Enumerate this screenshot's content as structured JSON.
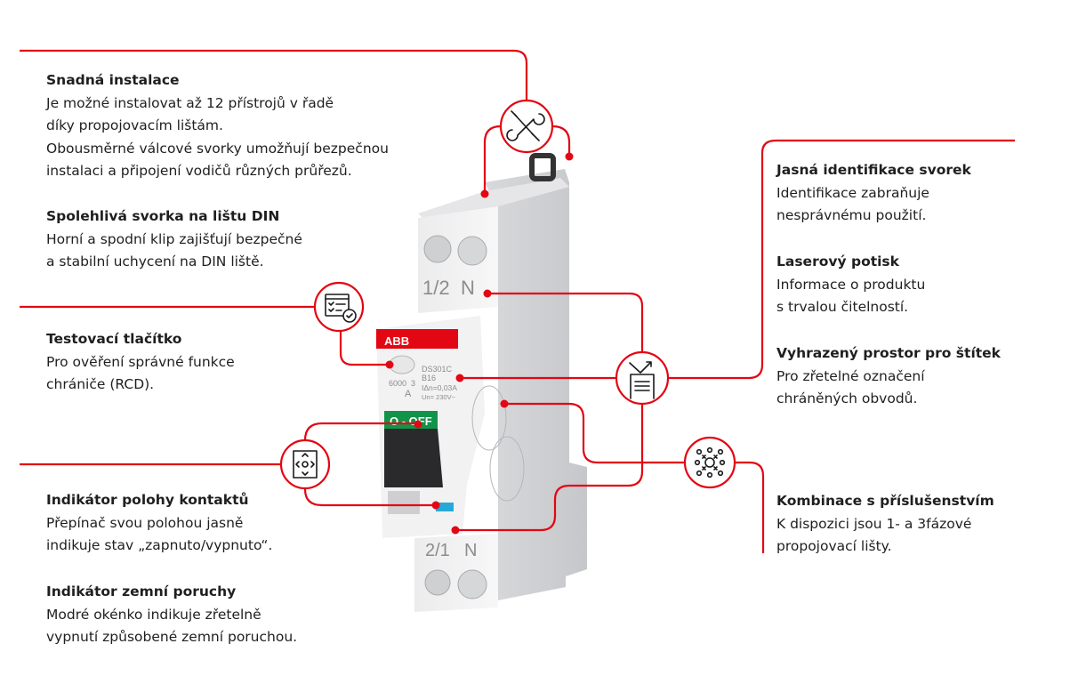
{
  "theme": {
    "accent": "#e30613",
    "text": "#1f1f1f",
    "indicator_blue": "#27a9d8",
    "switch_green": "#12934a"
  },
  "features_left": [
    {
      "title": "Snadná instalace",
      "lines": [
        "Je možné instalovat až 12 přístrojů v řadě",
        "díky propojovacím lištám.",
        "Obousměrné válcové svorky umožňují bezpečnou",
        "instalaci a připojení vodičů různých průřezů."
      ]
    },
    {
      "title": "Spolehlivá svorka na lištu DIN",
      "lines": [
        "Horní a spodní klip zajišťují bezpečné",
        "a stabilní uchycení na DIN liště."
      ]
    },
    {
      "title": "Testovací tlačítko",
      "lines": [
        "Pro ověření správné funkce",
        "chrániče (RCD)."
      ]
    },
    {
      "title": "Indikátor polohy kontaktů",
      "lines": [
        "Přepínač svou polohou jasně",
        "indikuje stav „zapnuto/vypnuto“."
      ]
    },
    {
      "title": "Indikátor zemní poruchy",
      "lines": [
        "Modré okénko indikuje zřetelně",
        "vypnutí způsobené zemní poruchou."
      ]
    }
  ],
  "features_right": [
    {
      "title": "Jasná identifikace svorek",
      "lines": [
        "Identifikace zabraňuje",
        "nesprávnému použití."
      ]
    },
    {
      "title": "Laserový potisk",
      "lines": [
        "Informace o produktu",
        "s trvalou čitelností."
      ]
    },
    {
      "title": "Vyhrazený prostor pro štítek",
      "lines": [
        "Pro zřetelné označení",
        "chráněných obvodů."
      ]
    },
    {
      "title": "Kombinace s příslušenstvím",
      "lines": [
        "K dispozici jsou 1- a 3fázové",
        "propojovací lišty."
      ]
    }
  ],
  "icons": {
    "installation": "tools-icon",
    "test": "checklist-icon",
    "position": "position-arrows-icon",
    "marking": "label-marking-icon",
    "accessories": "network-nodes-icon"
  },
  "device": {
    "brand": "ABB",
    "model": "DS301C",
    "rating": "B16",
    "residual_current": "IΔn=0,03A",
    "voltage": "Un= 230V~",
    "breaking_capacity": "6000",
    "class": "3",
    "type": "A",
    "switch_label": "O - OFF",
    "top_terminals": [
      "1/2",
      "N"
    ],
    "bottom_terminals": [
      "2/1",
      "N"
    ]
  }
}
